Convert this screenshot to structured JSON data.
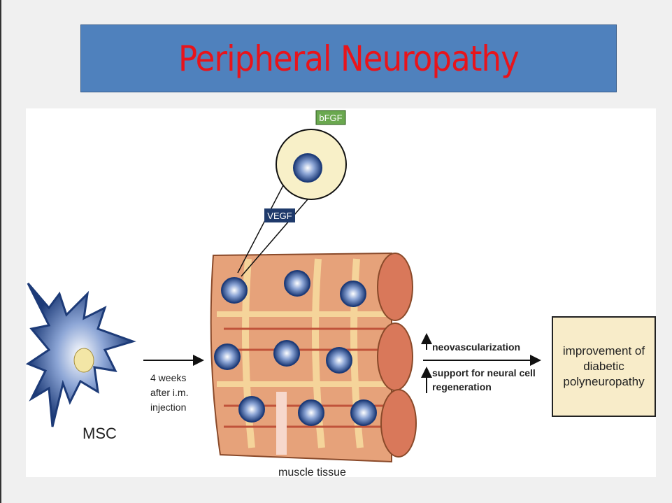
{
  "slide": {
    "title": "Peripheral Neuropathy"
  },
  "diagram": {
    "cell_label": "MSC",
    "arrow_label": [
      "4 weeks",
      "after i.m.",
      "injection"
    ],
    "growth_factors": {
      "top": "bFGF",
      "bottom": "VEGF"
    },
    "tissue_label": "muscle tissue",
    "effects": [
      "neovascularization",
      "support for neural cell",
      "regeneration"
    ],
    "outcome": [
      "improvement of",
      "diabetic",
      "polyneuropathy"
    ]
  },
  "colors": {
    "title_bg": "#4f81bd",
    "title_text": "#e8141b",
    "outcome_bg": "#f8ecc9",
    "bfgf": "#6aa84f",
    "vegf": "#1f3a6b"
  }
}
